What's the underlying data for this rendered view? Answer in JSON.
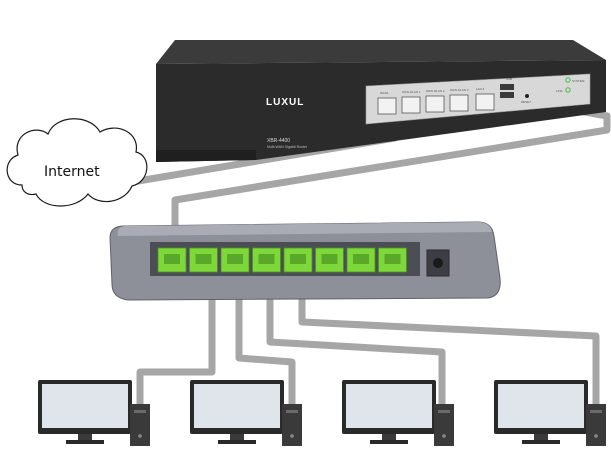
{
  "cloud": {
    "label": "Internet"
  },
  "router": {
    "brand": "LUXUL",
    "model": "XBR-4400",
    "subtitle": "Multi-WAN Gigabit Router",
    "port_labels": [
      "WAN1",
      "WAN 2/LAN 1",
      "WAN 3/LAN 2",
      "WAN 4/LAN 3",
      "LAN 4",
      "USB",
      "RESET",
      "SYSTEM",
      "LINK"
    ],
    "status_color": "#3fbf3f"
  },
  "switch": {
    "port_count": 8,
    "port_color": "#7fd83a"
  },
  "workstations": {
    "count": 4
  },
  "colors": {
    "cable": "#a6a6a6",
    "router_body": "#2b2b2b",
    "switch_body": "#8d8f99"
  }
}
